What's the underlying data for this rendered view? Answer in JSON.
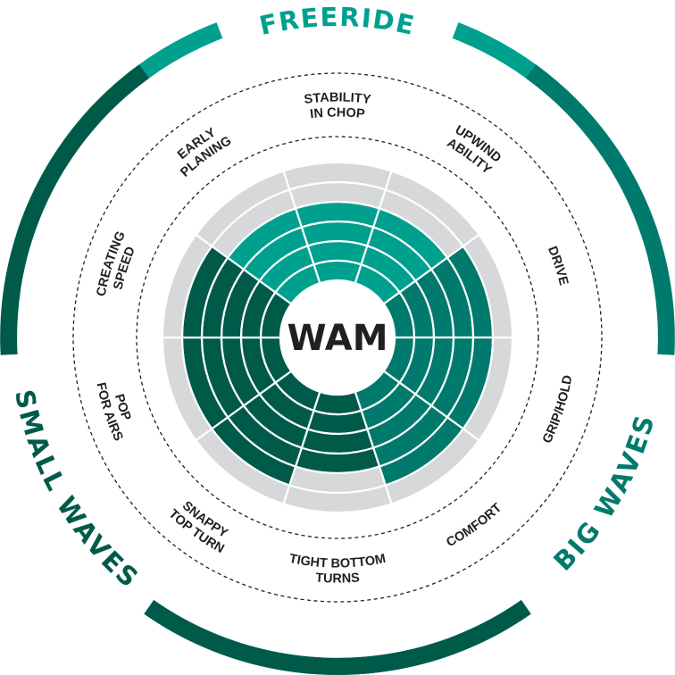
{
  "chart_data": {
    "type": "radar-segment",
    "center_label": "WAM",
    "max_value": 6,
    "axes": [
      {
        "label": "STABILITY IN CHOP",
        "lines": [
          "STABILITY",
          "IN CHOP"
        ],
        "value": 4,
        "group": "freeride"
      },
      {
        "label": "UPWIND ABILITY",
        "lines": [
          "UPWIND",
          "ABILITY"
        ],
        "value": 4,
        "group": "freeride"
      },
      {
        "label": "DRIVE",
        "lines": [
          "DRIVE"
        ],
        "value": 5,
        "group": "big"
      },
      {
        "label": "GRIP/HOLD",
        "lines": [
          "GRIP/HOLD"
        ],
        "value": 5,
        "group": "big"
      },
      {
        "label": "COMFORT",
        "lines": [
          "COMFORT"
        ],
        "value": 5,
        "group": "big"
      },
      {
        "label": "TIGHT BOTTOM TURNS",
        "lines": [
          "TIGHT BOTTOM",
          "TURNS"
        ],
        "value": 4,
        "group": "small"
      },
      {
        "label": "SNAPPY TOP TURN",
        "lines": [
          "SNAPPY",
          "TOP TURN"
        ],
        "value": 5,
        "group": "small"
      },
      {
        "label": "POP FOR AIRS",
        "lines": [
          "POP",
          "FOR AIRS"
        ],
        "value": 5,
        "group": "small"
      },
      {
        "label": "CREATING SPEED",
        "lines": [
          "CREATING",
          "SPEED"
        ],
        "value": 5,
        "group": "small"
      },
      {
        "label": "EARLY PLANING",
        "lines": [
          "EARLY",
          "PLANING"
        ],
        "value": 4,
        "group": "freeride"
      }
    ],
    "categories": [
      {
        "key": "freeride",
        "label": "FREERIDE"
      },
      {
        "key": "big",
        "label": "BIG WAVES"
      },
      {
        "key": "small",
        "label": "SMALL WAVES"
      }
    ]
  },
  "colors": {
    "freeride": "#00a08f",
    "big": "#007a6c",
    "small": "#005a4a",
    "empty": "#d7d8da",
    "text": "#231f20"
  }
}
